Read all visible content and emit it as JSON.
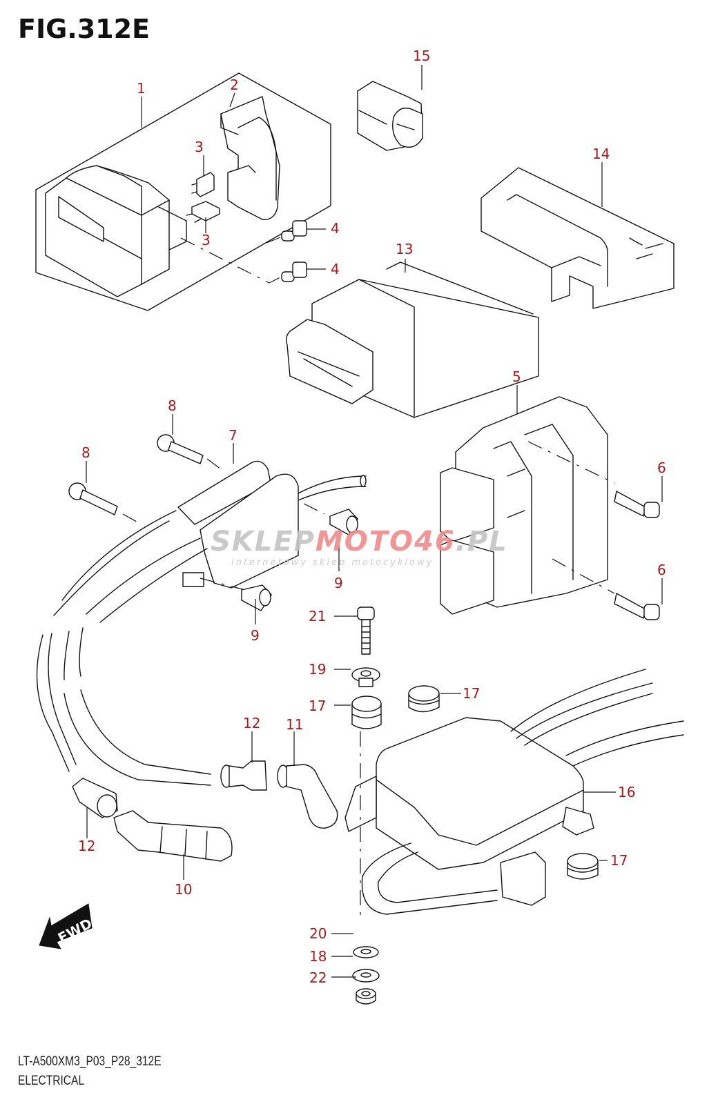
{
  "figure": {
    "title": "FIG.312E",
    "code": "LT-A500XM3_P03_P28_312E",
    "section_name": "ELECTRICAL"
  },
  "watermark": {
    "brand_gray": "SKLEP",
    "brand_red": "MOTO46",
    "brand_suffix": ".PL",
    "tagline": "internetowy sklep motocyklowy"
  },
  "direction_indicator": {
    "label": "FWD",
    "icon": "forward-arrow-icon"
  },
  "colors": {
    "callout": "#a51a1a",
    "line": "#111111",
    "watermark_red": "#f08a8a",
    "watermark_gray": "#c4c4c4"
  },
  "callouts": {
    "c1": "1",
    "c2": "2",
    "c3a": "3",
    "c3b": "3",
    "c4a": "4",
    "c4b": "4",
    "c5": "5",
    "c6a": "6",
    "c6b": "6",
    "c7": "7",
    "c8a": "8",
    "c8b": "8",
    "c9a": "9",
    "c9b": "9",
    "c10": "10",
    "c11": "11",
    "c12a": "12",
    "c12b": "12",
    "c13": "13",
    "c14": "14",
    "c15": "15",
    "c16": "16",
    "c17a": "17",
    "c17b": "17",
    "c17c": "17",
    "c18": "18",
    "c19": "19",
    "c20": "20",
    "c21": "21",
    "c22": "22"
  }
}
